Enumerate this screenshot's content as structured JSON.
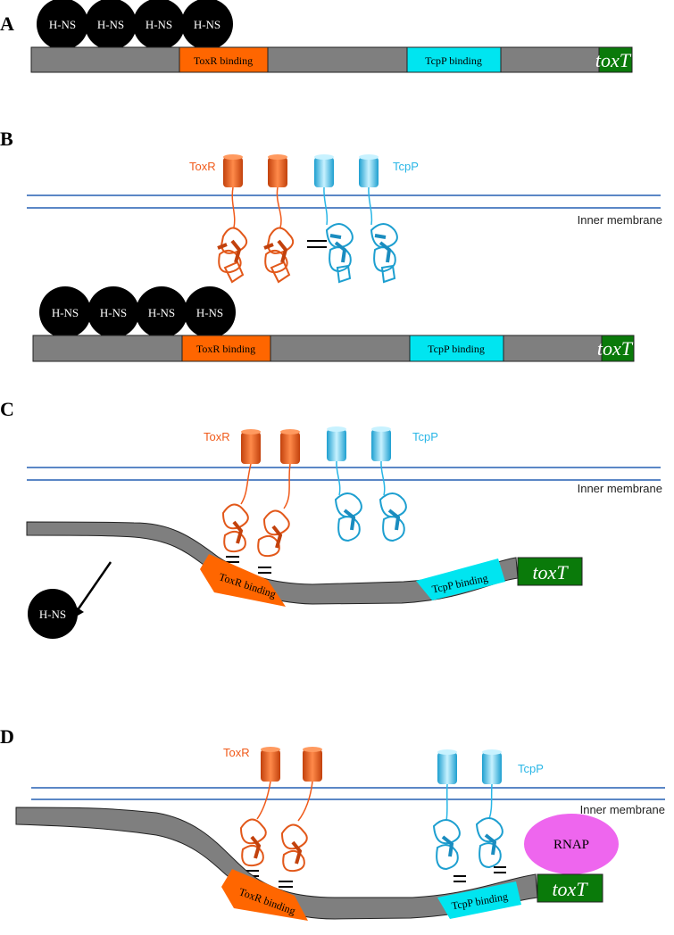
{
  "panels": {
    "a": {
      "letter": "A"
    },
    "b": {
      "letter": "B"
    },
    "c": {
      "letter": "C"
    },
    "d": {
      "letter": "D"
    }
  },
  "labels": {
    "hns": "H-NS",
    "toxr_binding": "ToxR binding",
    "tcpp_binding": "TcpP binding",
    "toxt": "toxT",
    "toxr": "ToxR",
    "tcpp": "TcpP",
    "inner_membrane": "Inner membrane",
    "rnap": "RNAP"
  },
  "colors": {
    "dna": "#7f7f7f",
    "toxr": "#f05a1a",
    "toxr_binding": "#ff6600",
    "tcpp": "#29b6e6",
    "tcpp_binding": "#00e5f0",
    "toxt_gene": "#0a7a0a",
    "hns": "#000000",
    "rnap": "#ee66ee",
    "membrane": "#5b87c6"
  }
}
